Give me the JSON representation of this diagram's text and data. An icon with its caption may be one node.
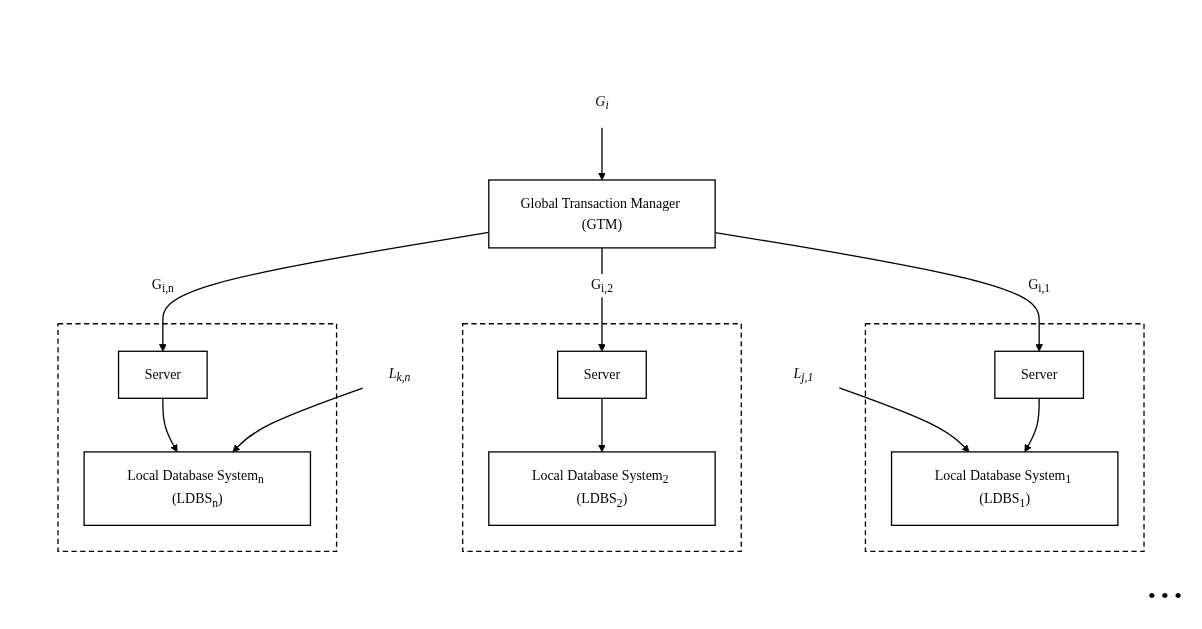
{
  "diagram": {
    "nodes": [
      {
        "text": [
          "G$_{i}$"
        ]
      },
      {
        "text": [
          "Global Transaction Manager (GTM)"
        ]
      },
      {
        "text": [
          "L$_{j,1}$"
        ]
      },
      {
        "text": [],
        "shape": "box"
      },
      {
        "text": [
          "Server"
        ],
        "in": 3
      },
      {
        "text": [
          "Local Database System$_{1}$ (LDBS$_{1}$)"
        ],
        "in": 3
      },
      {
        "text": [],
        "shape": "box"
      },
      {
        "text": [
          "Server"
        ],
        "in": 6
      },
      {
        "text": [
          "Local Database System$_{2}$ (LDBS$_{2}$)"
        ],
        "in": 6
      },
      {
        "text": [
          "L$_{k,n}$"
        ]
      },
      {
        "text": [],
        "shape": "box"
      },
      {
        "text": [
          "Server"
        ],
        "in": 10
      },
      {
        "text": [
          "Local Database System$_{n}$ (LDBS$_{n}$)"
        ],
        "in": 10
      }
    ],
    "edges": [
      {
        "from": 0,
        "to": 1,
        "arrow": "to"
      },
      {
        "from": 1,
        "to": 4,
        "arrow": "to",
        "label": "G$_{i,1}$"
      },
      {
        "from": 1,
        "to": 7,
        "arrow": "to",
        "label": "G$_{i,2}$"
      },
      {
        "from": 1,
        "to": 11,
        "arrow": "to",
        "label": "G$_{i,n}$"
      },
      {
        "from": 2,
        "to": 5,
        "arrow": "to"
      },
      {
        "from": 4,
        "to": 5,
        "arrow": "to"
      },
      {
        "from": 7,
        "to": 8,
        "arrow": "to"
      },
      {
        "from": 11,
        "to": 12,
        "arrow": "to"
      },
      {
        "from": 9,
        "to": 12,
        "arrow": "to"
      }
    ],
    "labels": [
      "• • •"
    ]
  }
}
